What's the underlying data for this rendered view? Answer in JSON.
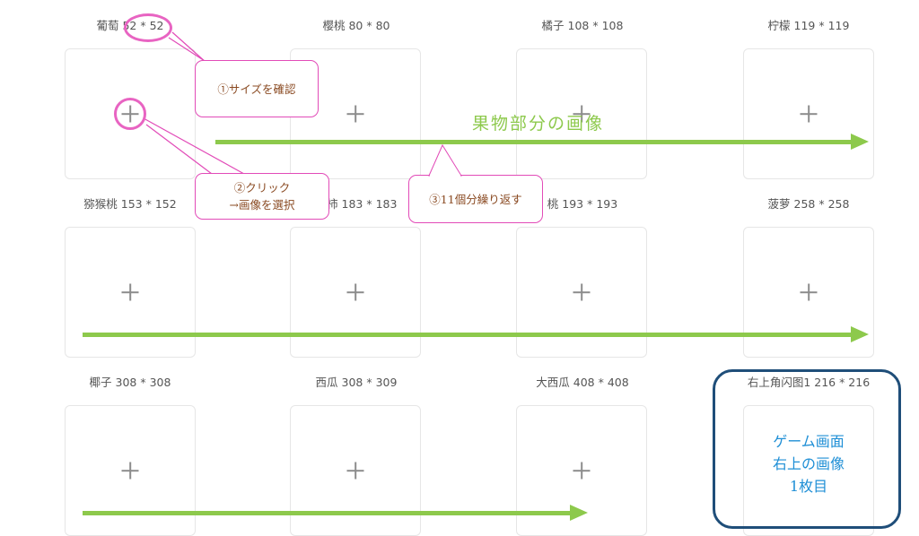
{
  "slots": [
    {
      "label": "葡萄 52 * 52"
    },
    {
      "label": "樱桃 80 * 80"
    },
    {
      "label": "橘子 108 * 108"
    },
    {
      "label": "柠檬 119 * 119"
    },
    {
      "label": "猕猴桃 153 * 152"
    },
    {
      "label": "红柿 183 * 183"
    },
    {
      "label": "桃 193 * 193"
    },
    {
      "label": "菠萝 258 * 258"
    },
    {
      "label": "椰子 308 * 308"
    },
    {
      "label": "西瓜 308 * 309"
    },
    {
      "label": "大西瓜 408 * 408"
    },
    {
      "label": "右上角闪图1 216 * 216"
    }
  ],
  "annotations": {
    "step1": "①サイズを確認",
    "step2_line1": "②クリック",
    "step2_line2": "→画像を選択",
    "step3": "③11個分繰り返す",
    "fruit_arrow": "果物部分の画像",
    "note_line1": "ゲーム画面",
    "note_line2": "右上の画像",
    "note_line3": "1枚目"
  },
  "colors": {
    "arrow": "#8dc94c",
    "callout_border": "#e24bb8",
    "callout_text": "#8a4a22",
    "note_border": "#1f4e79",
    "note_text": "#1f8fd6"
  }
}
